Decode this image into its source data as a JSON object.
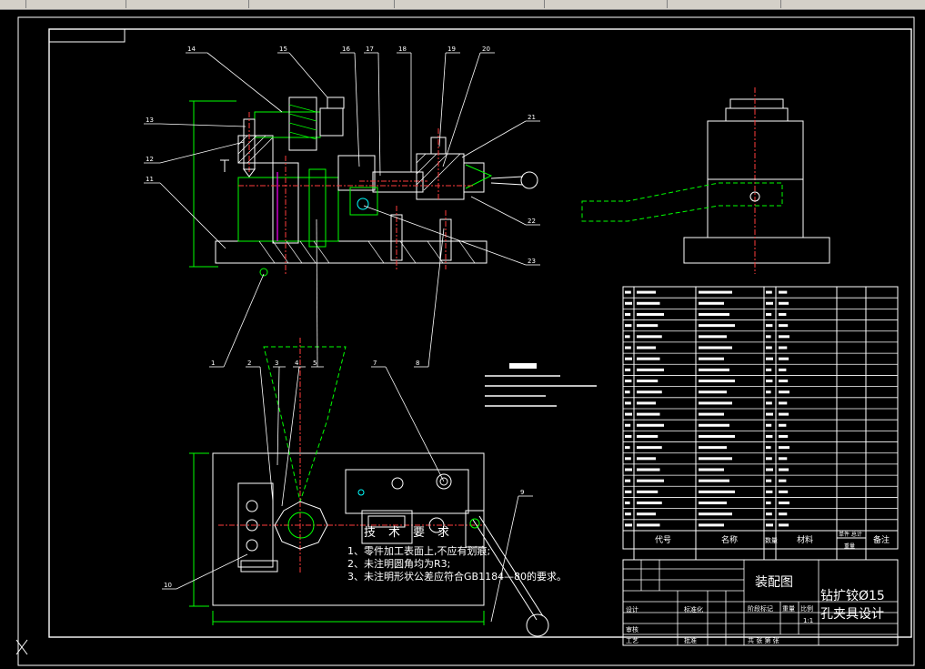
{
  "notes": {
    "tech_title": "技术要求",
    "items": [
      "1、零件加工表面上,不应有划痕;",
      "2、未注明圆角均为R3;",
      "3、未注明形状公差应符合GB1184—80的要求。"
    ]
  },
  "title_block": {
    "drawing_name": "装配图",
    "design_title_line1": "钻扩铰Ø15",
    "design_title_line2": "孔夹具设计",
    "scale": "1:1",
    "header_code": "代号",
    "header_name": "名称",
    "header_qty": "数量",
    "header_material": "材料",
    "header_remarks": "备注",
    "header_weight": "单件 总计",
    "header_weight_sub": "重量",
    "label_design": "设计",
    "label_standardize": "标准化",
    "label_review": "审核",
    "label_process": "工艺",
    "label_approve": "批准",
    "label_stage": "阶段标记",
    "label_weight": "重量",
    "label_ratio": "比例",
    "label_sheets": "共 张 第 张"
  },
  "colors": {
    "background": "#000000",
    "frame": "#ffffff",
    "geometry": "#ffffff",
    "outline": "#00ff00",
    "center": "#ff3b3b",
    "accent": "#ff00ff",
    "hatch": "#ffffff",
    "hole": "#00ffff"
  }
}
